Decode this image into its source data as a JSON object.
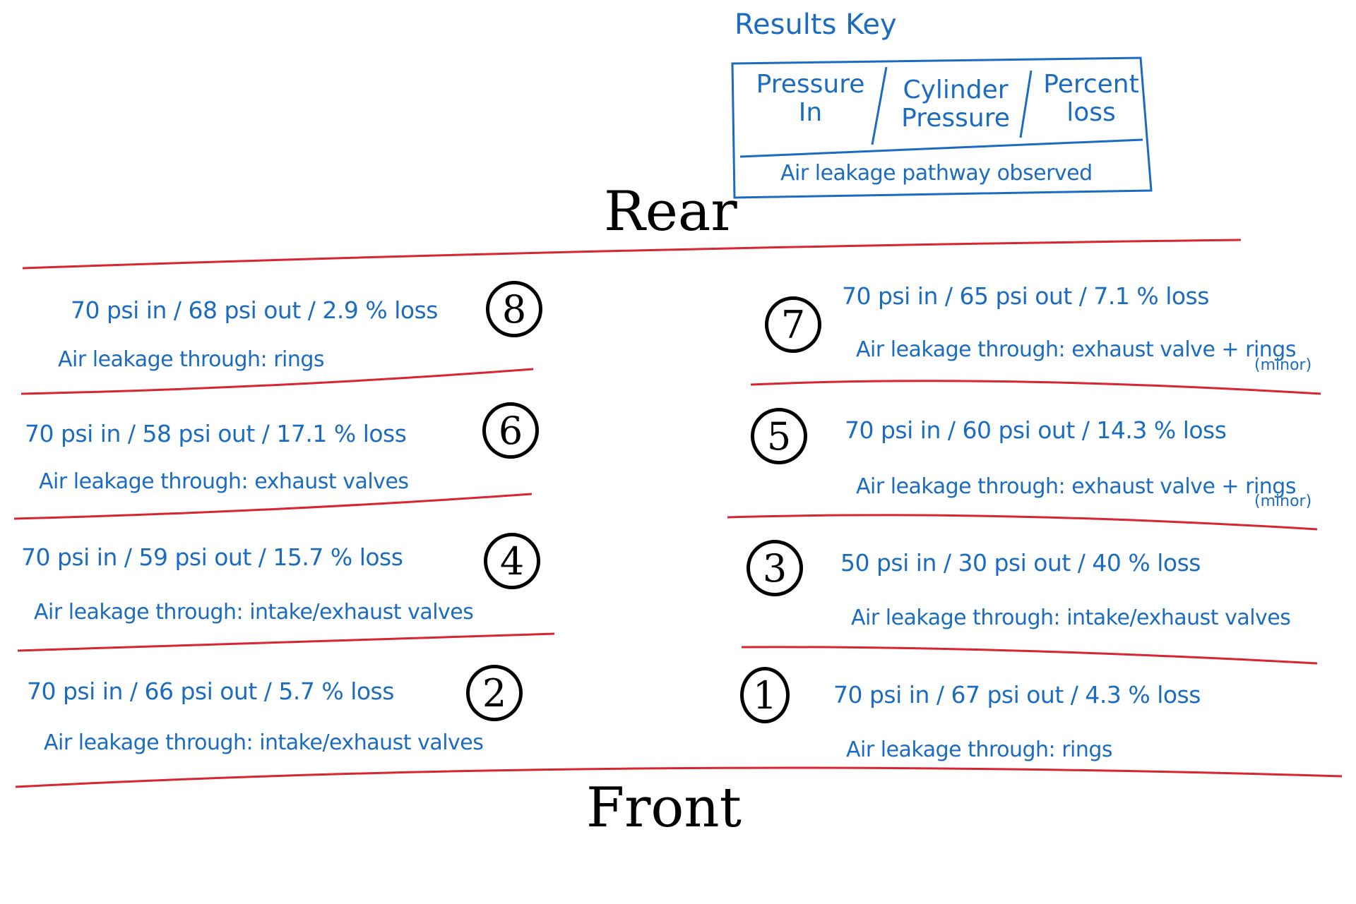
{
  "key": {
    "title": "Results Key",
    "col1": "Pressure In",
    "col2": "Cylinder Pressure",
    "col3": "Percent loss",
    "row2": "Air leakage pathway observed"
  },
  "labels": {
    "rear": "Rear",
    "front": "Front"
  },
  "cylinders": {
    "c8": {
      "number": "8",
      "reading": "70 psi in / 68 psi out / 2.9 % loss",
      "leak": "Air leakage through:  rings"
    },
    "c7": {
      "number": "7",
      "reading": "70 psi in / 65 psi out / 7.1 % loss",
      "leak": "Air leakage through:  exhaust valve + rings",
      "note": "(minor)"
    },
    "c6": {
      "number": "6",
      "reading": "70 psi in / 58 psi out / 17.1 % loss",
      "leak": "Air leakage through: exhaust valves"
    },
    "c5": {
      "number": "5",
      "reading": "70 psi in / 60 psi out / 14.3 % loss",
      "leak": "Air leakage through:  exhaust valve + rings",
      "note": "(minor)"
    },
    "c4": {
      "number": "4",
      "reading": "70 psi in / 59 psi out / 15.7 % loss",
      "leak": "Air leakage through: intake/exhaust valves"
    },
    "c3": {
      "number": "3",
      "reading": "50 psi in / 30 psi out / 40 % loss",
      "leak": "Air leakage through:  intake/exhaust valves"
    },
    "c2": {
      "number": "2",
      "reading": "70 psi in / 66 psi out / 5.7 % loss",
      "leak": "Air leakage through: intake/exhaust valves"
    },
    "c1": {
      "number": "1",
      "reading": "70 psi in / 67 psi out / 4.3 % loss",
      "leak": "Air leakage through:  rings"
    }
  },
  "colors": {
    "ink_blue": "#1b6cc1",
    "divider_red": "#d9252f",
    "ink_black": "#000000"
  }
}
